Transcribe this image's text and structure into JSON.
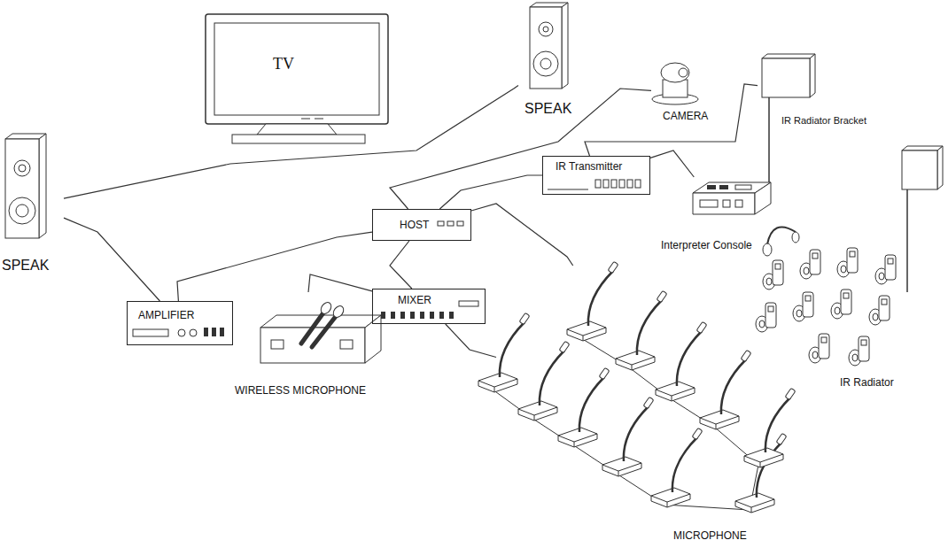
{
  "diagram": {
    "nodes": [
      {
        "text": [
          "TV"
        ]
      },
      {
        "text": [
          "SPEAK"
        ]
      },
      {
        "text": [
          "CAMERA"
        ]
      },
      {
        "text": [
          "IR Radiator Bracket"
        ]
      },
      {
        "text": [
          "IR Transmitter"
        ]
      },
      {
        "text": [
          "SPEAK"
        ]
      },
      {
        "text": [
          "HOST"
        ]
      },
      {
        "text": [
          "Interpreter Console"
        ]
      },
      {
        "text": [
          "MIXER"
        ]
      },
      {
        "text": [
          "AMPLIFIER"
        ]
      },
      {
        "text": [
          "IR Radiator"
        ]
      },
      {
        "text": [
          "WIRELESS MICROPHONE"
        ]
      },
      {
        "text": [
          "MICROPHONE"
        ]
      }
    ],
    "edges": [
      {
        "from": 5,
        "to": 1,
        "arrow": "none"
      },
      {
        "from": 9,
        "to": 5,
        "arrow": "none"
      },
      {
        "from": 11,
        "to": 8,
        "arrow": "none"
      },
      {
        "from": 8,
        "to": 6,
        "arrow": "none"
      },
      {
        "from": 9,
        "to": 6,
        "arrow": "none"
      },
      {
        "from": 6,
        "to": 2,
        "arrow": "none"
      },
      {
        "from": 6,
        "to": 4,
        "arrow": "none"
      },
      {
        "from": 4,
        "to": 7,
        "arrow": "none"
      },
      {
        "from": 4,
        "to": 3,
        "arrow": "none"
      },
      {
        "from": 6,
        "to": 12,
        "arrow": "none"
      },
      {
        "from": 8,
        "to": 12,
        "arrow": "none"
      }
    ]
  }
}
